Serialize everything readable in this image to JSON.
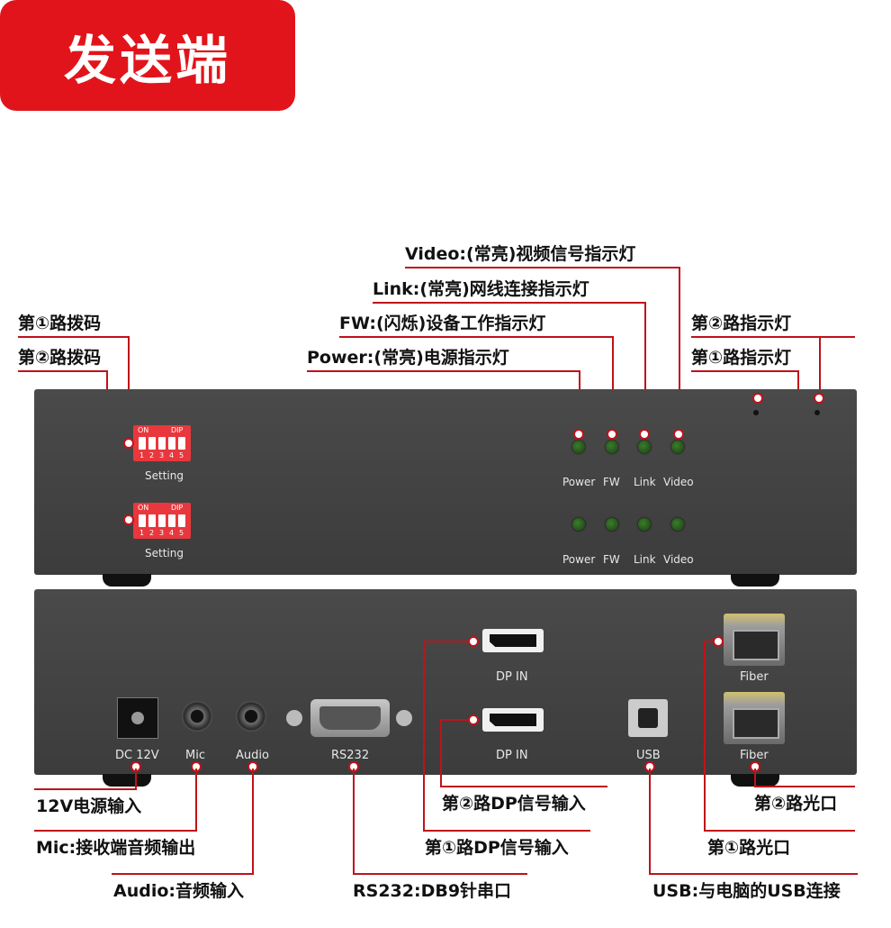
{
  "title": "发送端",
  "callouts": {
    "video": "Video:(常亮)视频信号指示灯",
    "link": "Link:(常亮)网线连接指示灯",
    "fw": "FW:(闪烁)设备工作指示灯",
    "power": "Power:(常亮)电源指示灯",
    "dip1": "第①路拨码",
    "dip2": "第②路拨码",
    "ind2": "第②路指示灯",
    "ind1": "第①路指示灯",
    "dc": "12V电源输入",
    "mic": "Mic:接收端音频输出",
    "audio": "Audio:音频输入",
    "rs232": "RS232:DB9针串口",
    "dp2": "第②路DP信号输入",
    "dp1": "第①路DP信号输入",
    "usb": "USB:与电脑的USB连接",
    "fiber2": "第②路光口",
    "fiber1": "第①路光口"
  },
  "front": {
    "dip_on": "ON",
    "dip_dip": "DIP",
    "dip_numbers": [
      "1",
      "2",
      "3",
      "4",
      "5"
    ],
    "setting": "Setting",
    "leds": [
      "Power",
      "FW",
      "Link",
      "Video"
    ]
  },
  "rear": {
    "dc": "DC 12V",
    "mic": "Mic",
    "audio": "Audio",
    "rs232": "RS232",
    "dp_in": "DP IN",
    "usb": "USB",
    "fiber": "Fiber"
  },
  "colors": {
    "accent": "#e2141b",
    "panel": "#444444"
  }
}
